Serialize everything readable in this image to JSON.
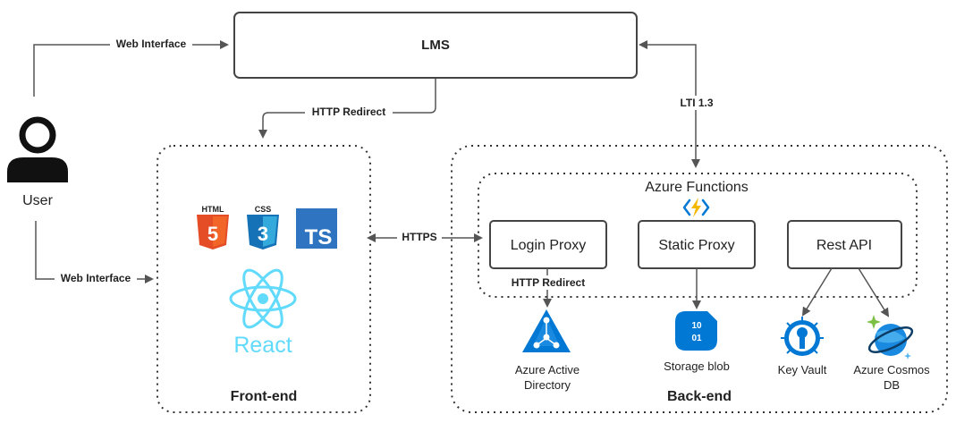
{
  "nodes": {
    "lms": "LMS",
    "user": "User",
    "frontend_label": "Front-end",
    "backend_label": "Back-end",
    "azure_functions": "Azure Functions",
    "login_proxy": "Login Proxy",
    "static_proxy": "Static Proxy",
    "rest_api": "Rest API",
    "aad_line1": "Azure Active",
    "aad_line2": "Directory",
    "storage_blob": "Storage blob",
    "key_vault": "Key Vault",
    "cosmos_line1": "Azure Cosmos",
    "cosmos_line2": "DB"
  },
  "edges": {
    "web_interface_top": "Web Interface",
    "web_interface_bottom": "Web Interface",
    "http_redirect_top": "HTTP Redirect",
    "lti": "LTI 1.3",
    "https": "HTTPS",
    "http_redirect_login": "HTTP Redirect"
  },
  "tech_icons": {
    "html_badge": "HTML",
    "html_number": "5",
    "css_badge": "CSS",
    "css_number": "3",
    "ts": "TS",
    "react": "React"
  },
  "storage_icon": {
    "row1": "10",
    "row2": "01"
  },
  "colors": {
    "html5": "#e44d26",
    "css3": "#1572b6",
    "typescript": "#2f74c0",
    "react": "#61dafb",
    "azure": "#0078d4",
    "azure_functions": "#f5b800",
    "cosmos_star": "#7bc043",
    "line": "#555555"
  }
}
